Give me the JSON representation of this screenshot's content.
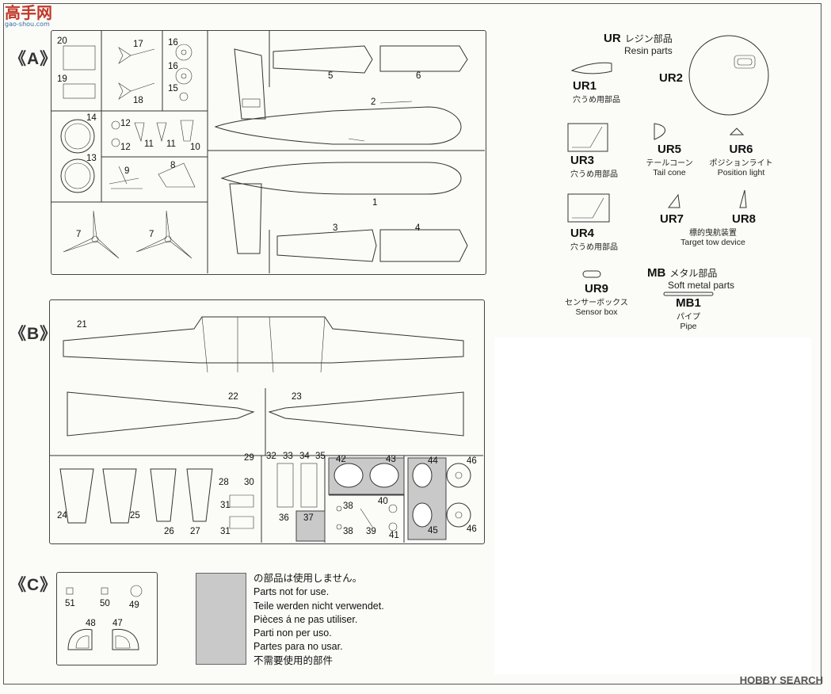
{
  "watermark": {
    "logo_text": "高手网",
    "logo_sub": "gao-shou.com",
    "brand": "HOBBY SEARCH"
  },
  "sections": {
    "a": "《A》",
    "b": "《B》",
    "c": "《C》"
  },
  "runner_a": {
    "parts": [
      "20",
      "19",
      "17",
      "18",
      "16",
      "16",
      "15",
      "14",
      "13",
      "12",
      "12",
      "11",
      "11",
      "10",
      "9",
      "8",
      "7",
      "7",
      "5",
      "6",
      "2",
      "1",
      "3",
      "4"
    ]
  },
  "runner_b": {
    "parts": [
      "21",
      "22",
      "23",
      "24",
      "25",
      "26",
      "27",
      "28",
      "29",
      "30",
      "31",
      "31",
      "32",
      "33",
      "34",
      "35",
      "36",
      "37",
      "38",
      "38",
      "39",
      "40",
      "41",
      "42",
      "43",
      "44",
      "45",
      "46",
      "46"
    ]
  },
  "runner_c": {
    "parts": [
      "51",
      "50",
      "49",
      "48",
      "47"
    ]
  },
  "resin": {
    "header_code": "UR",
    "header_jp": "レジン部品",
    "header_en": "Resin parts",
    "ur1": {
      "code": "UR1",
      "jp": "穴うめ用部品"
    },
    "ur2": {
      "code": "UR2"
    },
    "ur3": {
      "code": "UR3",
      "jp": "穴うめ用部品"
    },
    "ur4": {
      "code": "UR4",
      "jp": "穴うめ用部品"
    },
    "ur5": {
      "code": "UR5",
      "jp": "テールコーン",
      "en": "Tail cone"
    },
    "ur6": {
      "code": "UR6",
      "jp": "ポジションライト",
      "en": "Position light"
    },
    "ur7": {
      "code": "UR7"
    },
    "ur8": {
      "code": "UR8",
      "jp": "標的曳航装置",
      "en": "Target tow device"
    },
    "ur9": {
      "code": "UR9",
      "jp": "センサーボックス",
      "en": "Sensor box"
    }
  },
  "metal": {
    "header_code": "MB",
    "header_jp": "メタル部品",
    "header_en": "Soft metal parts",
    "mb1": {
      "code": "MB1",
      "jp": "パイプ",
      "en": "Pipe"
    }
  },
  "not_used": {
    "lines": [
      "の部品は使用しません。",
      "Parts not for use.",
      "Teile werden nicht verwendet.",
      "Pièces á ne pas utiliser.",
      "Parti non per uso.",
      "Partes para no usar.",
      "不需要使用的部件"
    ]
  },
  "colors": {
    "shade": "#c9c9c9",
    "line": "#333333"
  }
}
